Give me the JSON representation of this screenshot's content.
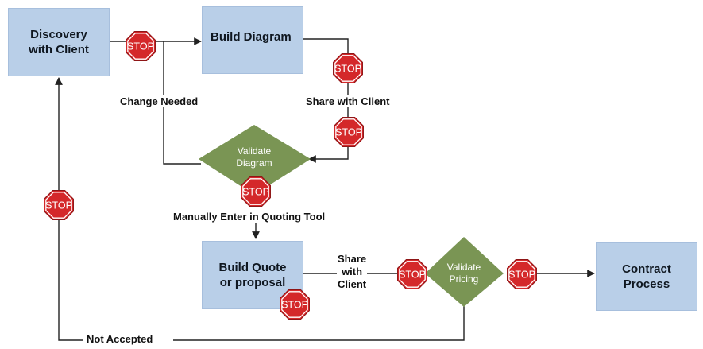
{
  "nodes": {
    "discovery": "Discovery\nwith Client",
    "build_diagram": "Build Diagram",
    "validate_diagram": "Validate\nDiagram",
    "build_quote": "Build Quote\nor proposal",
    "validate_pricing": "Validate\nPricing",
    "contract": "Contract\nProcess"
  },
  "labels": {
    "change_needed": "Change Needed",
    "share_with_client": "Share with Client",
    "manual_entry": "Manually Enter in Quoting Tool",
    "share_with_client_multiline": "Share\nwith\nClient",
    "not_accepted": "Not Accepted"
  },
  "stop_sign_text": "STOP",
  "colors": {
    "box_fill": "#b9cfe8",
    "diamond_fill": "#7a9554",
    "stop_red": "#d4282a",
    "connector": "#222222"
  },
  "icons": {
    "stop_sign": "stop-sign-icon",
    "arrow": "arrowhead-icon"
  }
}
